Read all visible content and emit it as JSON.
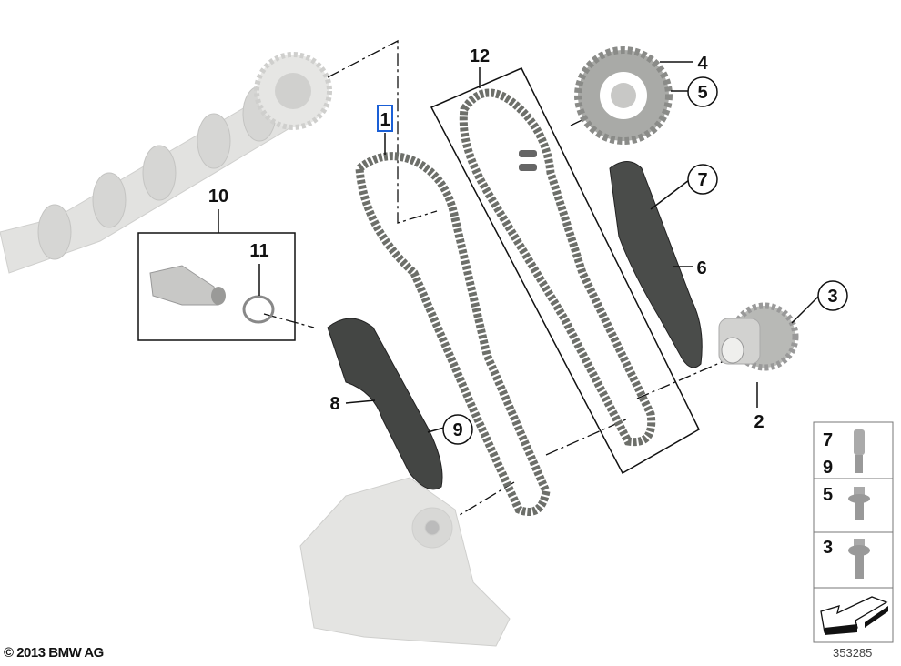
{
  "diagram": {
    "callouts": [
      {
        "id": "1",
        "label": "1",
        "circled": false,
        "highlighted": true
      },
      {
        "id": "2",
        "label": "2",
        "circled": false
      },
      {
        "id": "3",
        "label": "3",
        "circled": true
      },
      {
        "id": "4",
        "label": "4",
        "circled": false
      },
      {
        "id": "5",
        "label": "5",
        "circled": true
      },
      {
        "id": "6",
        "label": "6",
        "circled": false
      },
      {
        "id": "7",
        "label": "7",
        "circled": true
      },
      {
        "id": "8",
        "label": "8",
        "circled": false
      },
      {
        "id": "9",
        "label": "9",
        "circled": true
      },
      {
        "id": "10",
        "label": "10",
        "circled": false
      },
      {
        "id": "11",
        "label": "11",
        "circled": false
      },
      {
        "id": "12",
        "label": "12",
        "circled": false
      }
    ],
    "legend": {
      "rows": [
        {
          "labels": [
            "7",
            "9"
          ],
          "icon": "sleeve-bolt-icon"
        },
        {
          "labels": [
            "5"
          ],
          "icon": "flange-bolt-icon"
        },
        {
          "labels": [
            "3"
          ],
          "icon": "torx-bolt-icon"
        },
        {
          "labels": [],
          "icon": "direction-arrow-icon"
        }
      ]
    },
    "highlight_color": "#1a5fd6",
    "copyright": "© 2013 BMW AG",
    "diagram_number": "353285"
  }
}
